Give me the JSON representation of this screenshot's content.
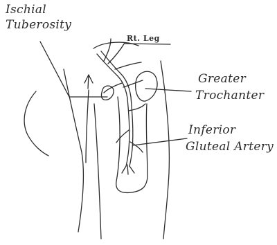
{
  "labels": {
    "ischial_line1": "Ischial",
    "ischial_line2": "Tuberosity",
    "leg_side": "Rt. Leg",
    "trochanter_line1": "Greater",
    "trochanter_line2": "Trochanter",
    "artery_line1": "Inferior",
    "artery_line2": "Gluteal Artery"
  },
  "colors": {
    "ink": "#2b2b2b",
    "paper": "#ffffff"
  }
}
